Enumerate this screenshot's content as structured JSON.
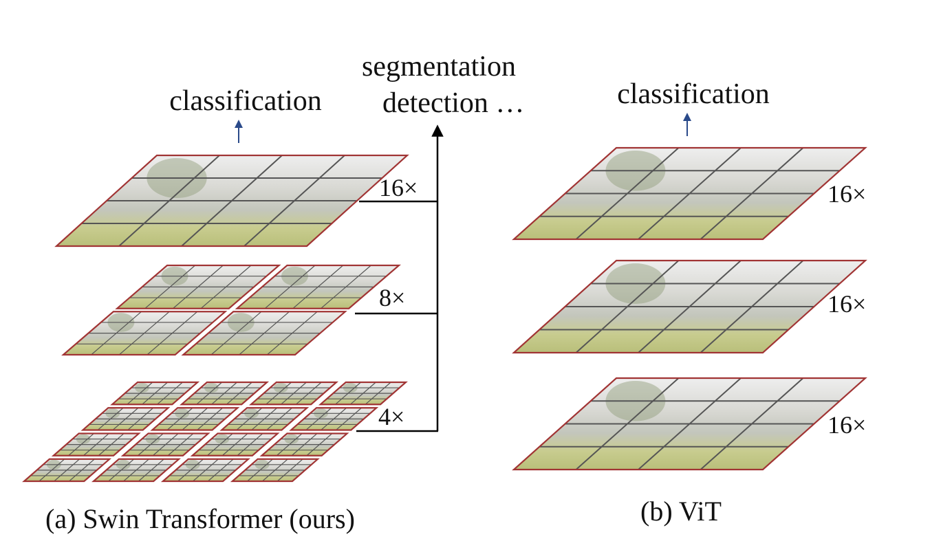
{
  "swin": {
    "caption": "(a) Swin Transformer (ours)",
    "top_output": "classification",
    "dense_output_line1": "segmentation",
    "dense_output_line2": "detection …",
    "stage_labels": [
      "16×",
      "8×",
      "4×"
    ],
    "stage_grids": [
      {
        "windows_per_side": 1,
        "patches_per_window": 4
      },
      {
        "windows_per_side": 2,
        "patches_per_window": 4
      },
      {
        "windows_per_side": 4,
        "patches_per_window": 4
      }
    ]
  },
  "vit": {
    "caption": "(b) ViT",
    "top_output": "classification",
    "stage_labels": [
      "16×",
      "16×",
      "16×"
    ]
  },
  "colors": {
    "border": "#a13434",
    "grid": "#555555",
    "arrow_blue": "#2a4a8a",
    "arrow_black": "#000000",
    "sky": "#e9eaea",
    "building": "#cfcfc9",
    "trees": "#8d9b78",
    "lawn": "#c7c98a"
  }
}
